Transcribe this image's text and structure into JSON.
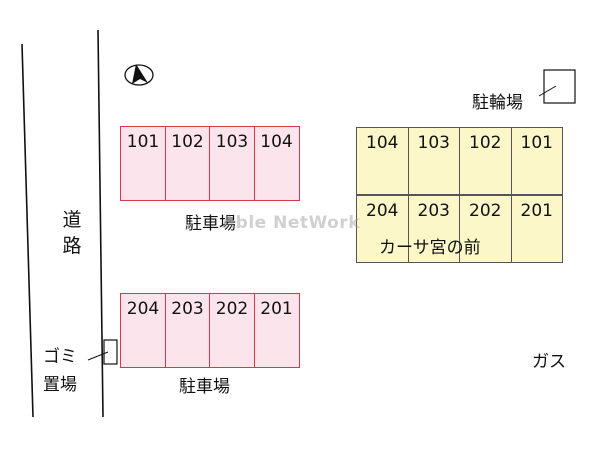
{
  "map": {
    "road_label": "道路",
    "bicycle_parking_label": "駐輪場",
    "parking_lot_label": "駐車場",
    "building_name": "カーサ宮の前",
    "gas_label": "ガス",
    "garbage_label_line1": "ゴミ",
    "garbage_label_line2": "置場",
    "watermark": "Able NetWork",
    "parking_upper": [
      "101",
      "102",
      "103",
      "104"
    ],
    "parking_lower": [
      "204",
      "203",
      "202",
      "201"
    ],
    "building_upper": [
      "104",
      "103",
      "102",
      "101"
    ],
    "building_lower": [
      "204",
      "203",
      "202",
      "201"
    ],
    "north_icon": "north-arrow-icon",
    "colors": {
      "parking_fill": "#fce4ec",
      "parking_border": "#d63a4a",
      "building_fill": "#fbf7c9"
    }
  }
}
